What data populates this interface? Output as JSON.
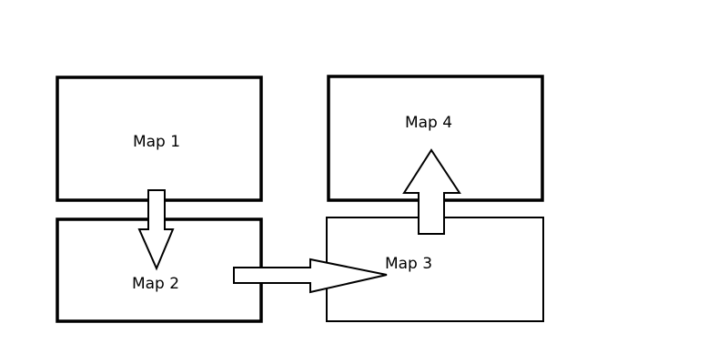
{
  "diagram": {
    "nodes": [
      {
        "id": "map1",
        "label": "Map 1"
      },
      {
        "id": "map2",
        "label": "Map 2"
      },
      {
        "id": "map3",
        "label": "Map 3"
      },
      {
        "id": "map4",
        "label": "Map 4"
      }
    ],
    "edges": [
      {
        "from": "map1",
        "to": "map2"
      },
      {
        "from": "map2",
        "to": "map3"
      },
      {
        "from": "map3",
        "to": "map4"
      }
    ],
    "colors": {
      "stroke": "#000000",
      "fill": "#ffffff",
      "background": "#ffffff"
    }
  }
}
